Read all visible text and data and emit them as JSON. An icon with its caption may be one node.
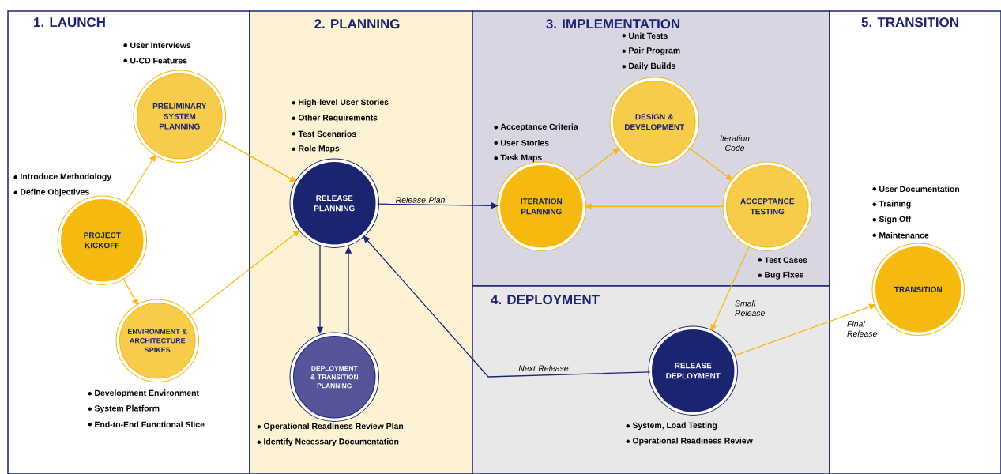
{
  "diagram": {
    "nodes": [
      {
        "text": [
          "1. LAUNCH"
        ]
      },
      {
        "text": [
          "2. PLANNING"
        ]
      },
      {
        "text": [
          "3. IMPLEMENTATION"
        ]
      },
      {
        "text": [
          "4. DEPLOYMENT"
        ]
      },
      {
        "text": [
          "5. TRANSITION"
        ]
      },
      {
        "text": [
          "PROJECT KICKOFF"
        ],
        "in": 0,
        "beside": [
          "Introduce Methodology",
          "Define Objectives"
        ]
      },
      {
        "text": [
          "PRELIMINARY SYSTEM PLANNING"
        ],
        "in": 0,
        "beside": [
          "User Interviews",
          "U-CD Features"
        ]
      },
      {
        "text": [
          "ENVIRONMENT & ARCHITECTURE SPIKES"
        ],
        "in": 0,
        "beside": [
          "Development Environment",
          "System Platform",
          "End-to-End Functional Slice"
        ]
      },
      {
        "text": [
          "RELEASE PLANNING"
        ],
        "in": 1,
        "beside": [
          "High-level User Stories",
          "Other Requirements",
          "Test Scenarios",
          "Role Maps"
        ]
      },
      {
        "text": [
          "DEPLOYMENT & TRANSITION PLANNING"
        ],
        "in": 1,
        "beside": [
          "Operational Readiness Review Plan",
          "Identify Necessary Documentation"
        ]
      },
      {
        "text": [
          "ITERATION PLANNING"
        ],
        "in": 2,
        "beside": [
          "Acceptance Criteria",
          "User Stories",
          "Task Maps"
        ]
      },
      {
        "text": [
          "DESIGN & DEVELOPMENT"
        ],
        "in": 2,
        "beside": [
          "Unit Tests",
          "Pair Program",
          "Daily Builds"
        ]
      },
      {
        "text": [
          "ACCEPTANCE TESTING"
        ],
        "in": 2,
        "beside": [
          "Test Cases",
          "Bug Fixes"
        ]
      },
      {
        "text": [
          "RELEASE DEPLOYMENT"
        ],
        "in": 3,
        "beside": [
          "System, Load Testing",
          "Operational Readiness Review"
        ]
      },
      {
        "text": [
          "TRANSITION"
        ],
        "in": 4,
        "beside": [
          "User Documentation",
          "Training",
          "Sign Off",
          "Maintenance"
        ]
      }
    ],
    "edges": [
      {
        "from": 5,
        "to": 6,
        "arrow": "to"
      },
      {
        "from": 5,
        "to": 7,
        "arrow": "to"
      },
      {
        "from": 6,
        "to": 8,
        "arrow": "to"
      },
      {
        "from": 7,
        "to": 8,
        "arrow": "to"
      },
      {
        "from": 8,
        "to": 10,
        "arrow": "to",
        "label": "Release Plan",
        "color": "#1b2470"
      },
      {
        "from": 8,
        "to": 9,
        "arrow": "to",
        "color": "#1b2470"
      },
      {
        "from": 9,
        "to": 8,
        "arrow": "to",
        "color": "#1b2470"
      },
      {
        "from": 10,
        "to": 11,
        "arrow": "to"
      },
      {
        "from": 11,
        "to": 12,
        "arrow": "to",
        "label": "Iteration Code"
      },
      {
        "from": 12,
        "to": 10,
        "arrow": "to"
      },
      {
        "from": 12,
        "to": 13,
        "arrow": "to",
        "label": "Small Release"
      },
      {
        "from": 13,
        "to": 8,
        "arrow": "to",
        "label": "Next Release",
        "color": "#1b2470"
      },
      {
        "from": 13,
        "to": 14,
        "arrow": "to",
        "label": "Final Release"
      }
    ]
  }
}
